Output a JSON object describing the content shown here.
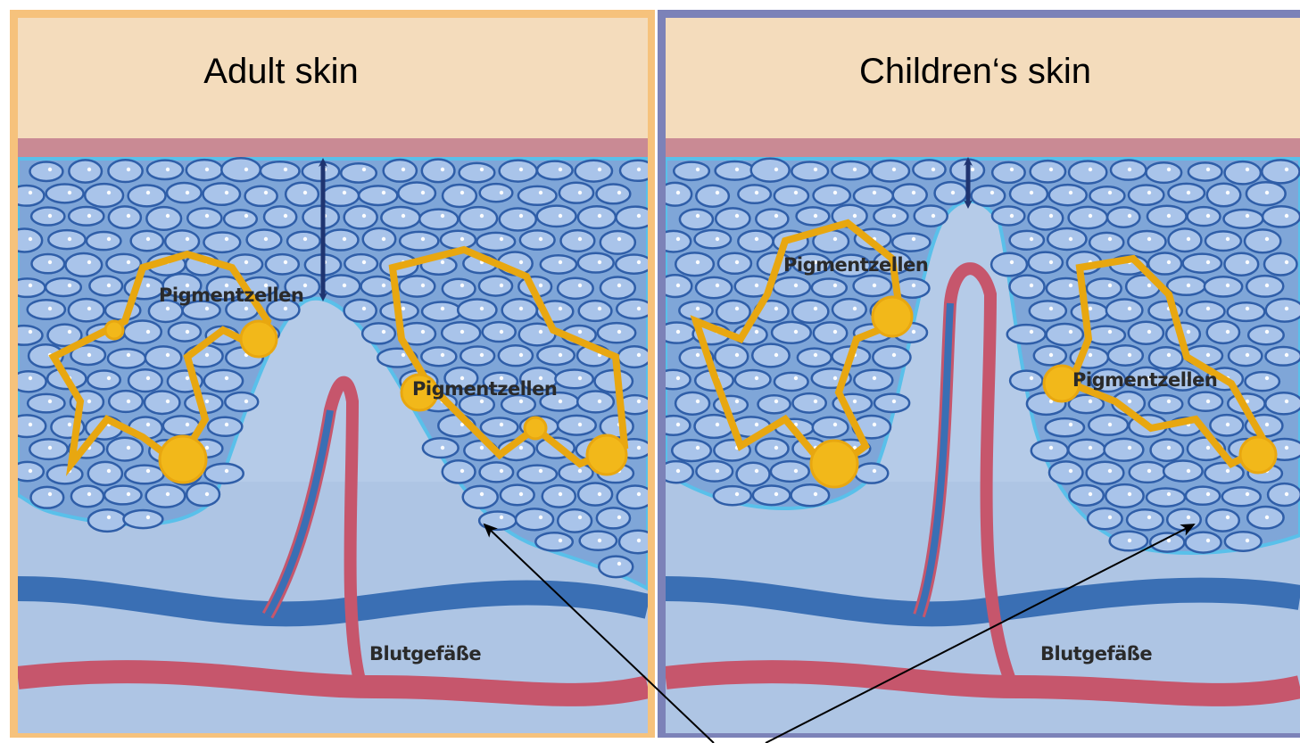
{
  "panels": {
    "adult": {
      "title": "Adult skin",
      "pigment_label_1": "Pigmentzellen",
      "pigment_label_2": "Pigmentzellen",
      "vessel_label": "Blutgefäße",
      "frame_color": "#f6c27c"
    },
    "children": {
      "title": "Children‘s skin",
      "pigment_label_1": "Pigmentzellen",
      "pigment_label_2": "Pigmentzellen",
      "vessel_label": "Blutgefäße",
      "frame_color": "#7c82b8"
    }
  },
  "colors": {
    "sky": "#f4dcbc",
    "surface_band": "#c98a94",
    "epidermis": "#7fa6d8",
    "cell": "#a9c4ea",
    "cell_outline": "#2f5ea8",
    "dermis": "#b5cbe8",
    "papilla": "#c4d8ea",
    "pigment": "#f2b81a",
    "vein": "#3a6fb4",
    "artery": "#c6566c",
    "thickness_arrow": "#1f3470",
    "pointer_arrow": "#000000"
  }
}
